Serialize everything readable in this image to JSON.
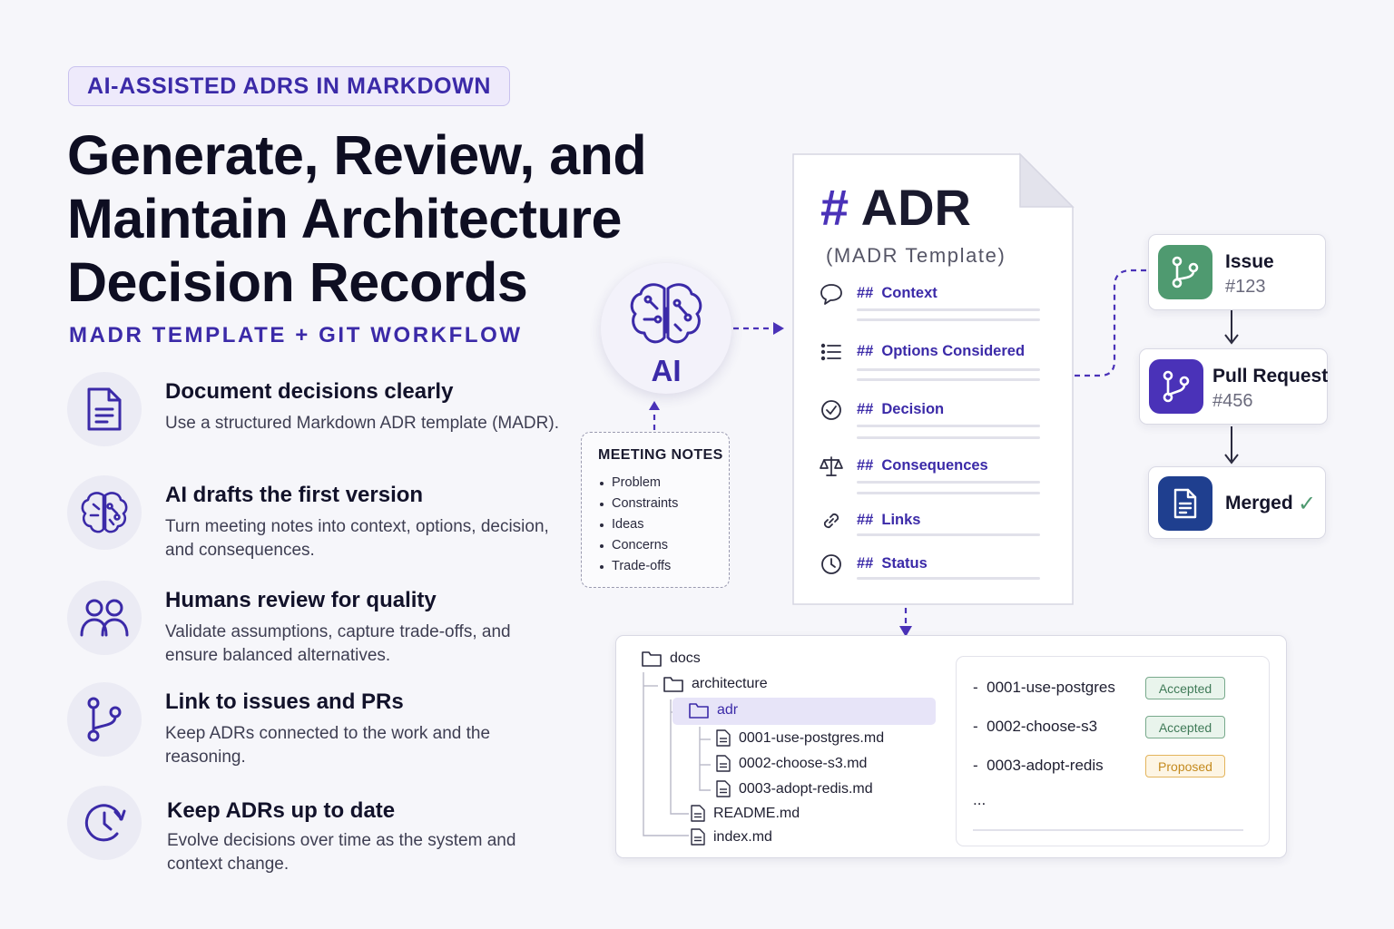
{
  "pill": "AI-ASSISTED ADRS IN MARKDOWN",
  "hero": {
    "line1": "Generate, Review, and",
    "line2": "Maintain Architecture",
    "line3": "Decision Records"
  },
  "subtitle": "MADR TEMPLATE + GIT WORKFLOW",
  "features": [
    {
      "title": "Document decisions clearly",
      "desc": "Use a structured Markdown ADR template (MADR).",
      "icon": "document-icon"
    },
    {
      "title": "AI drafts the first version",
      "desc": "Turn meeting notes into context, options, decision, and consequences.",
      "icon": "brain-icon"
    },
    {
      "title": "Humans review for quality",
      "desc": "Validate assumptions, capture trade-offs, and ensure balanced alternatives.",
      "icon": "users-icon"
    },
    {
      "title": "Link to issues and PRs",
      "desc": "Keep ADRs connected to the work and the reasoning.",
      "icon": "branch-icon"
    },
    {
      "title": "Keep ADRs up to date",
      "desc": "Evolve decisions over time as the system and context change.",
      "icon": "clock-icon"
    }
  ],
  "ai": {
    "label": "AI"
  },
  "notes": {
    "title": "MEETING NOTES",
    "items": [
      "Problem",
      "Constraints",
      "Ideas",
      "Concerns",
      "Trade-offs"
    ]
  },
  "adr": {
    "hash": "#",
    "title": "ADR",
    "subtitle": "(MADR Template)",
    "section_marker": "##",
    "sections": [
      {
        "label": "Context",
        "icon": "speech-bubble-icon"
      },
      {
        "label": "Options Considered",
        "icon": "list-icon"
      },
      {
        "label": "Decision",
        "icon": "check-circle-icon"
      },
      {
        "label": "Consequences",
        "icon": "scales-icon"
      },
      {
        "label": "Links",
        "icon": "link-icon"
      },
      {
        "label": "Status",
        "icon": "clock-icon"
      }
    ]
  },
  "workflow": {
    "issue": {
      "title": "Issue",
      "number": "#123",
      "color": "#4f9a70"
    },
    "pr": {
      "title": "Pull Request",
      "number": "#456",
      "color": "#4a32b8"
    },
    "merged": {
      "title": "Merged",
      "check": "✓",
      "color": "#1f3f8f"
    }
  },
  "repo": {
    "tree": [
      "docs",
      "architecture",
      "adr",
      "0001-use-postgres.md",
      "0002-choose-s3.md",
      "0003-adopt-redis.md",
      "README.md",
      "index.md"
    ],
    "adrs": [
      {
        "name": "0001-use-postgres",
        "status": "Accepted"
      },
      {
        "name": "0002-choose-s3",
        "status": "Accepted"
      },
      {
        "name": "0003-adopt-redis",
        "status": "Proposed"
      }
    ],
    "ellipsis": "..."
  },
  "colors": {
    "accent": "#3b2aa8",
    "accepted": "#3f7a57",
    "proposed": "#c48a1e",
    "issue": "#4f9a70",
    "merged": "#1f3f8f"
  }
}
